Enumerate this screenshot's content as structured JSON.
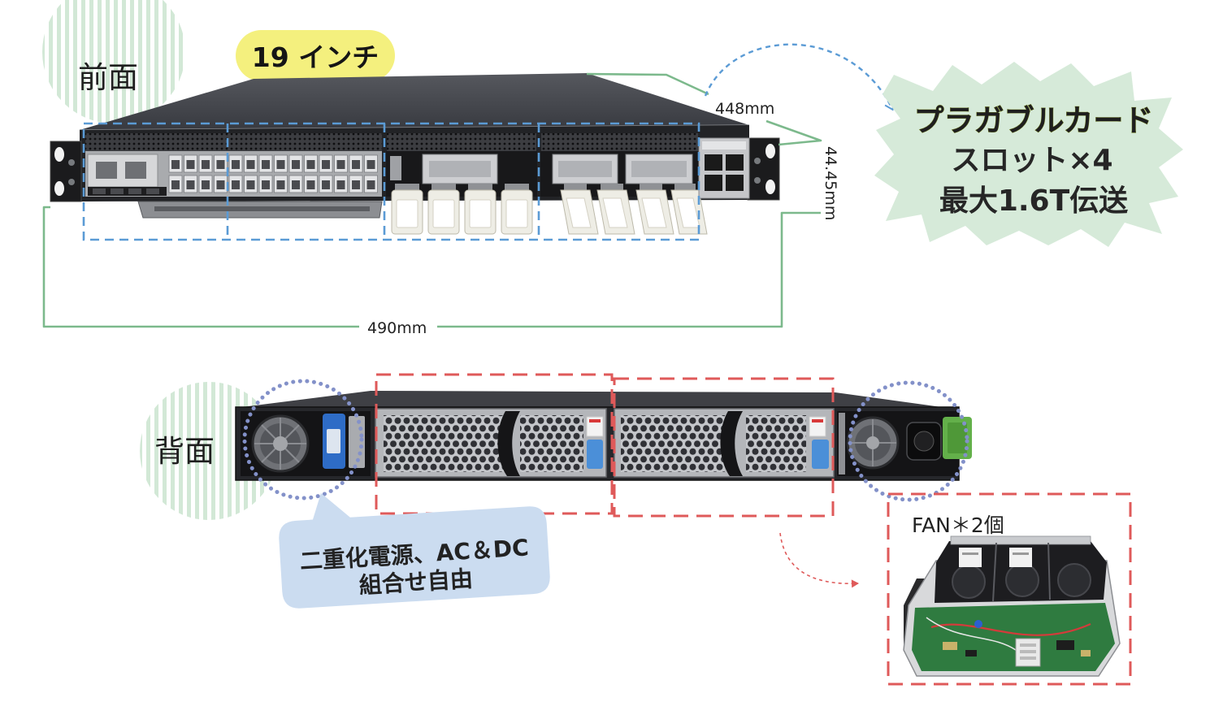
{
  "front": {
    "view_label": "前面",
    "rack_size_badge": "19 インチ",
    "depth_label": "448mm",
    "height_label": "44.45mm",
    "width_label": "490mm"
  },
  "pluggable_callout": {
    "line1": "プラガブルカード",
    "line2": "スロット×4",
    "line3": "最大1.6T伝送"
  },
  "rear": {
    "view_label": "背面",
    "power_note_line1": "二重化電源、AC＆DC",
    "power_note_line2": "組合せ自由",
    "fan_label": "FAN＊2個"
  },
  "colors": {
    "dimension_line": "#7cb98c",
    "slot_highlight": "#5b9bd5",
    "fan_highlight": "#df5a5a",
    "badge_fill": "#f4f07e",
    "burst_fill": "#d6ead9",
    "bubble_fill": "#cbdcf0",
    "callout_title": "#c9d634",
    "psu_ring": "#8391c9"
  }
}
